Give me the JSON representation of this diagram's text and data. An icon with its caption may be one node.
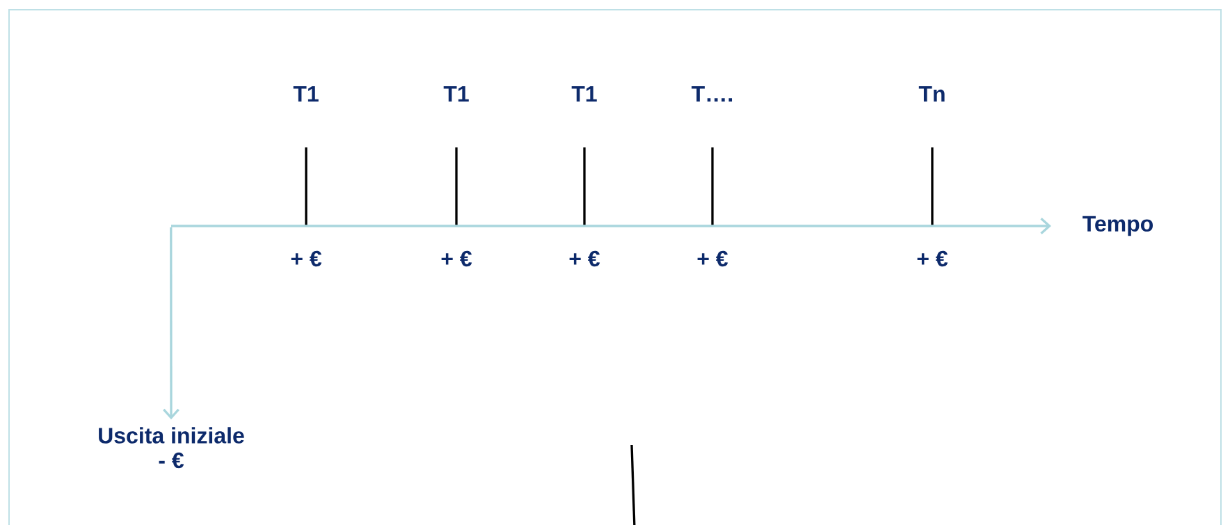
{
  "diagram": {
    "nodes": [
      {
        "text": [],
        "shape": "line"
      },
      {
        "text": [
          "Uscita iniziale"
        ],
        "beside": [
          "- €"
        ]
      }
    ],
    "edges": [
      {
        "from": 0,
        "to": 1,
        "arrow": "to"
      }
    ],
    "labels": [
      "T1",
      "T1",
      "T1",
      "T….",
      "Tn",
      "Tempo",
      "+ €",
      "+ €",
      "+ €",
      "+ €",
      "+ €"
    ]
  }
}
